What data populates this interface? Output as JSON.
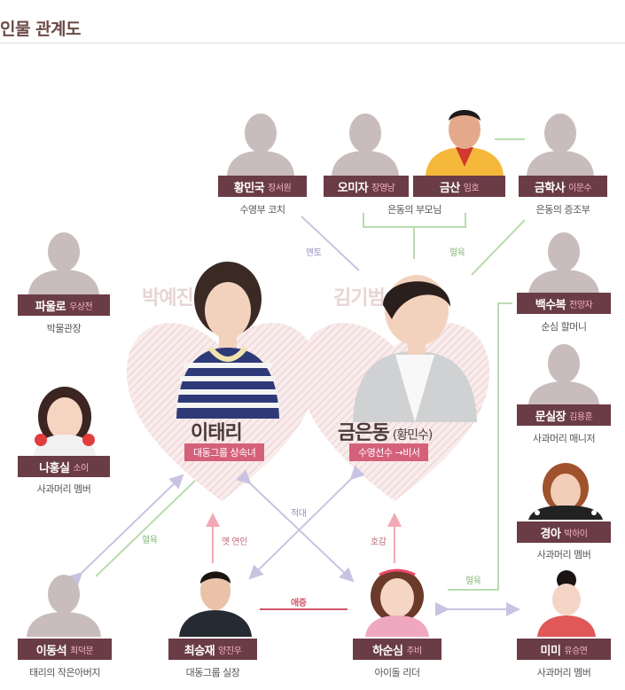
{
  "header": {
    "title": "인물 관계도"
  },
  "hearts": {
    "left": {
      "faded_name": "박예진",
      "name": "이태리",
      "role": "대동그룹 상속녀"
    },
    "right": {
      "faded_name": "김기범",
      "name": "금은동",
      "name_sub": "(황민수)",
      "role": "수영선수 →비서"
    }
  },
  "characters": [
    {
      "id": "hwang",
      "name": "황민국",
      "actor": "장서원",
      "role": "수영부 코치"
    },
    {
      "id": "omija",
      "name": "오미자",
      "actor": "장영남",
      "role": ""
    },
    {
      "id": "geumsan",
      "name": "금산",
      "actor": "임호",
      "role": ""
    },
    {
      "id": "parents_caption",
      "role": "은동의 부모님"
    },
    {
      "id": "geumhak",
      "name": "금학사",
      "actor": "이문수",
      "role": "은동의 증조부"
    },
    {
      "id": "paulro",
      "name": "파울로",
      "actor": "우상전",
      "role": "박물관장"
    },
    {
      "id": "baek",
      "name": "백수복",
      "actor": "전양자",
      "role": "순심 할머니"
    },
    {
      "id": "na",
      "name": "나홍실",
      "actor": "소이",
      "role": "사과머리 멤버"
    },
    {
      "id": "moon",
      "name": "문실장",
      "actor": "김용훈",
      "role": "사과머리 매니저"
    },
    {
      "id": "kyunga",
      "name": "경아",
      "actor": "박하이",
      "role": "사과머리 멤버"
    },
    {
      "id": "lee",
      "name": "이동석",
      "actor": "최덕문",
      "role": "태리의 작은아버지"
    },
    {
      "id": "choi",
      "name": "최승재",
      "actor": "양진우",
      "role": "대동그룹 실장"
    },
    {
      "id": "ha",
      "name": "하순심",
      "actor": "주비",
      "role": "아이돌 리더"
    },
    {
      "id": "mimi",
      "name": "미미",
      "actor": "유승연",
      "role": "사과머리 멤버"
    }
  ],
  "relations": {
    "mentor": "멘토",
    "blood_top": "혈육",
    "blood_left": "혈육",
    "ex": "옛 연인",
    "rival": "적대",
    "like": "호감",
    "hatred": "애증",
    "blood_right": "혈육"
  },
  "colors": {
    "label_bg": "#6a3c45",
    "actor_text": "#f6b4c6",
    "green_line": "#b8dcae",
    "purple_line": "#c9c3e2",
    "pink_line": "#f2a9b3",
    "hatred_line": "#d3556a",
    "heart": "#f6e4e4",
    "role_badge": "#d4607a"
  }
}
